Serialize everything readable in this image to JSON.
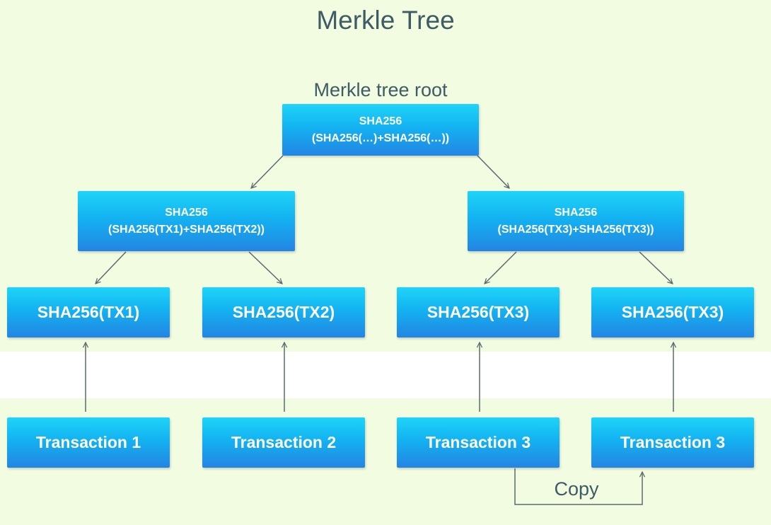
{
  "title": "Merkle Tree",
  "root_label": "Merkle tree root",
  "copy_label": "Copy",
  "root": {
    "line1": "SHA256",
    "line2": "(SHA256(…)+SHA256(…))"
  },
  "level1": [
    {
      "line1": "SHA256",
      "line2": "(SHA256(TX1)+SHA256(TX2))"
    },
    {
      "line1": "SHA256",
      "line2": "(SHA256(TX3)+SHA256(TX3))"
    }
  ],
  "leaves": [
    "SHA256(TX1)",
    "SHA256(TX2)",
    "SHA256(TX3)",
    "SHA256(TX3)"
  ],
  "transactions": [
    "Transaction 1",
    "Transaction 2",
    "Transaction 3",
    "Transaction 3"
  ],
  "colors": {
    "background": "#f2fce0",
    "band": "#ffffff",
    "node_top": "#1fd4f8",
    "node_bottom": "#2385e3",
    "text_dark": "#3e5b66",
    "line": "#5b6b70"
  }
}
